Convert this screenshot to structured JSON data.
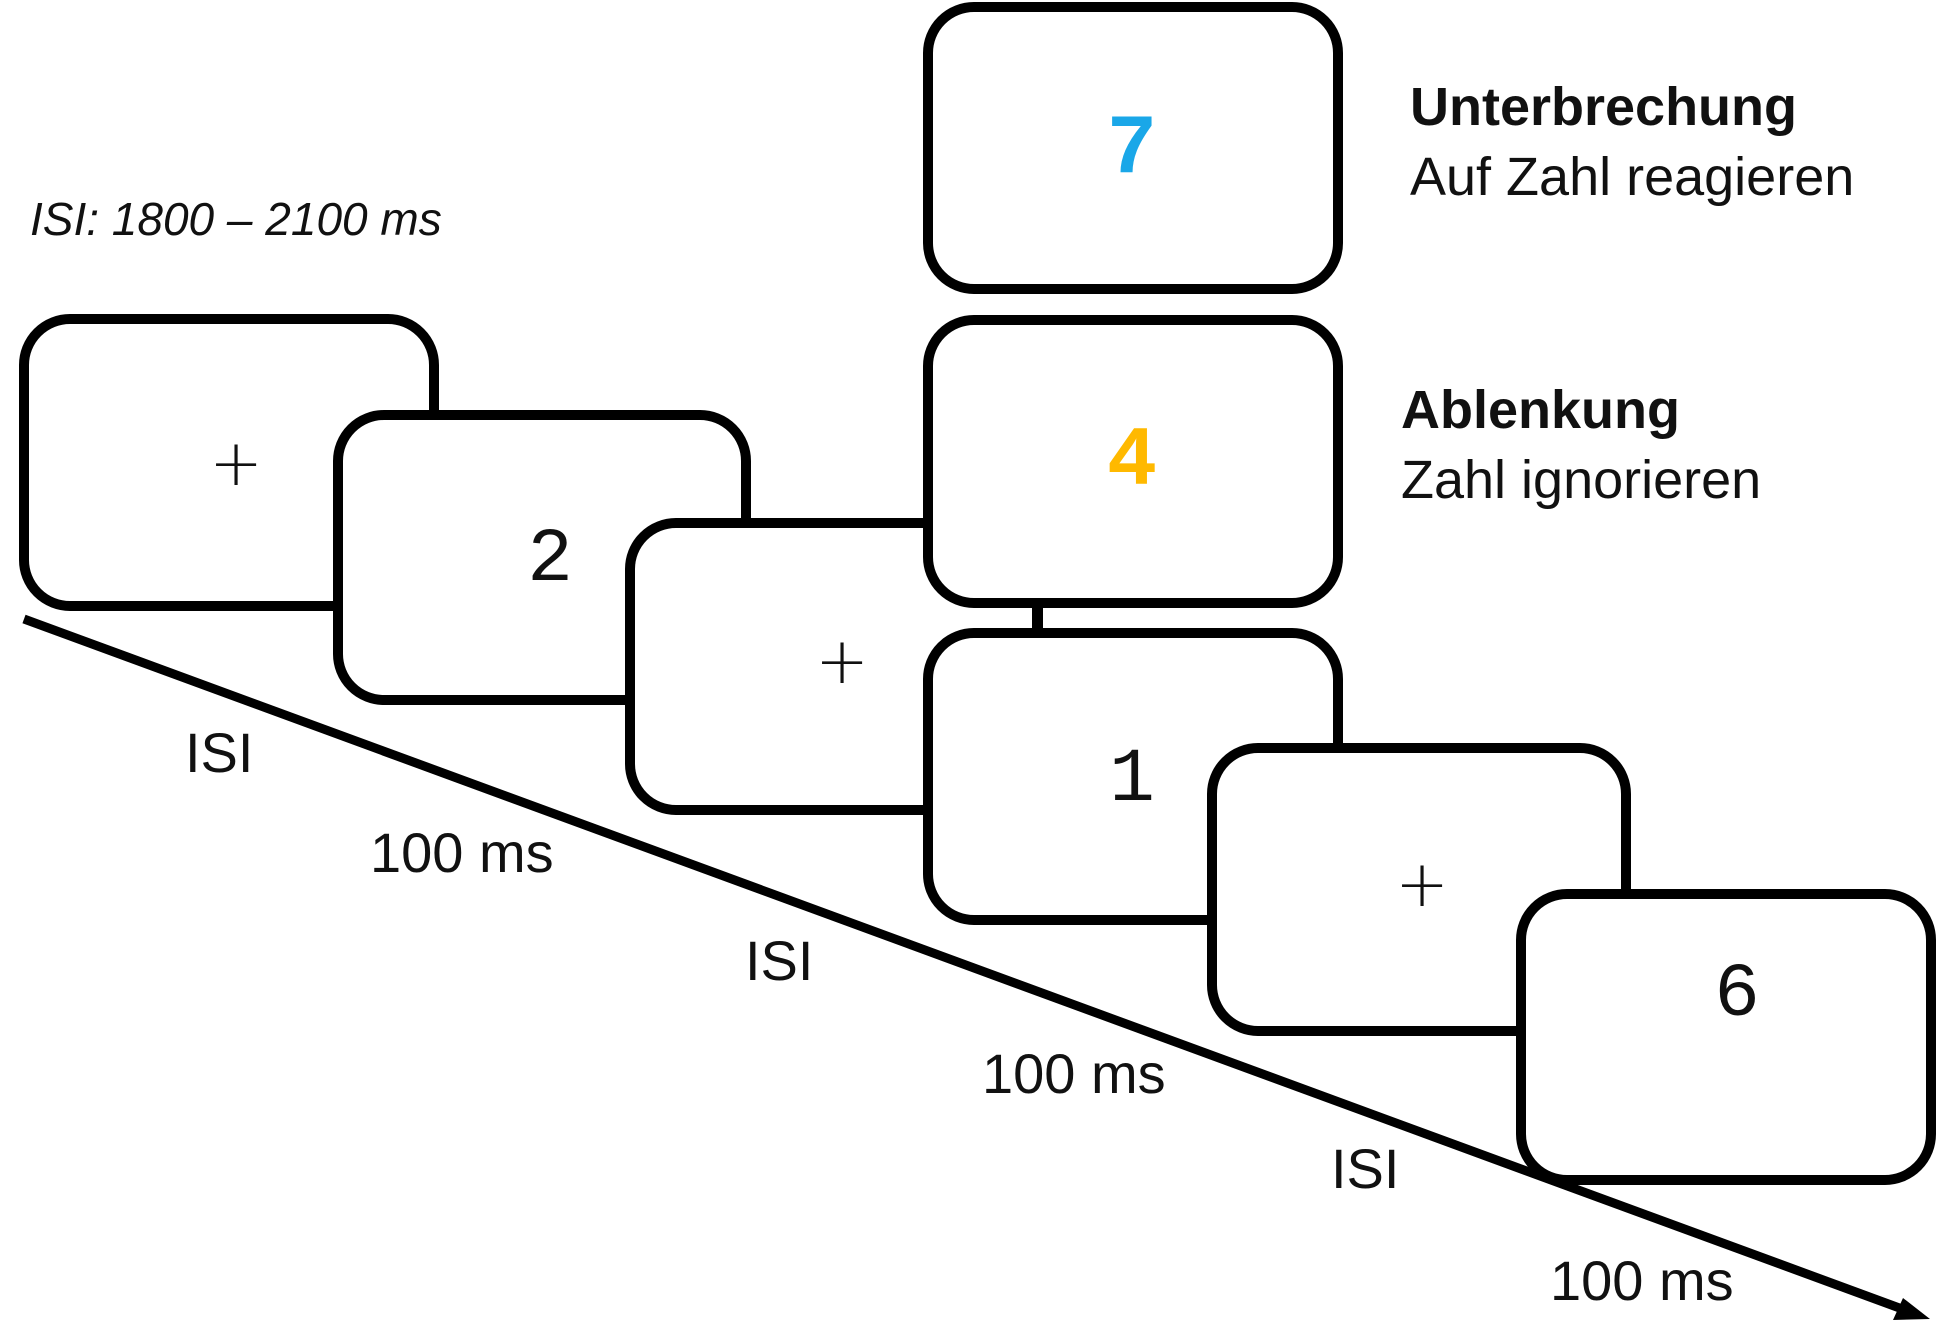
{
  "isi_range_label": "ISI: 1800 – 2100 ms",
  "sequence": [
    {
      "stimulus": "+",
      "kind": "fixation"
    },
    {
      "stimulus": "2",
      "kind": "digit"
    },
    {
      "stimulus": "+",
      "kind": "fixation"
    },
    {
      "stimulus": "1",
      "kind": "digit"
    },
    {
      "stimulus": "+",
      "kind": "fixation"
    },
    {
      "stimulus": "6",
      "kind": "digit"
    }
  ],
  "alternatives": {
    "interruption": {
      "stimulus": "7",
      "color": "#1AA7E8",
      "title": "Unterbrechung",
      "instruction": "Auf Zahl reagieren"
    },
    "distraction": {
      "stimulus": "4",
      "color": "#FFB900",
      "title": "Ablenkung",
      "instruction": "Zahl ignorieren"
    }
  },
  "timeline_labels": [
    "ISI",
    "100 ms",
    "ISI",
    "100 ms",
    "ISI",
    "100 ms"
  ]
}
